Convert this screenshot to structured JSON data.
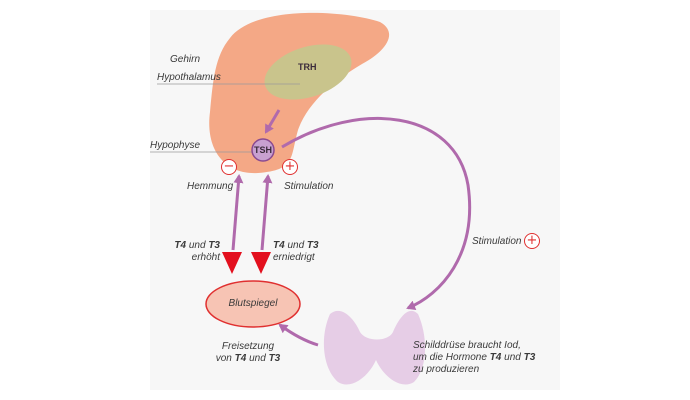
{
  "labels": {
    "brain": "Gehirn",
    "hypothalamus": "Hypothalamus",
    "pituitary": "Hypophyse",
    "trh": "TRH",
    "tsh": "TSH",
    "inhibition": "Hemmung",
    "stimulation_pituitary": "Stimulation",
    "stimulation_thyroid": "Stimulation",
    "blood_level": "Blutspiegel",
    "high_t4": "T4",
    "high_and": " und ",
    "high_t3": "T3",
    "high_state": "erhöht",
    "low_t4": "T4",
    "low_and": " und ",
    "low_t3": "T3",
    "low_state": "erniedrigt",
    "release_line1": "Freisetzung",
    "release_prefix": "von ",
    "release_t4": "T4",
    "release_and": " und ",
    "release_t3": "T3",
    "thyroid_line1": "Schilddrüse braucht Iod,",
    "thyroid_prefix": "um die Hormone ",
    "thyroid_t4": "T4",
    "thyroid_and": " und ",
    "thyroid_t3": "T3",
    "thyroid_line3": "zu produzieren",
    "minus_sign": "−",
    "plus_sign": "+",
    "plus_sign_2": "+"
  },
  "colors": {
    "brain": "#f4a886",
    "hypothalamus": "#c9c48c",
    "pituitary": "#c8a0d0",
    "arrow": "#b06aac",
    "feedback_arrowhead": "#e3101e",
    "sign": "#e03030",
    "blood_fill": "#f7c4b4",
    "blood_stroke": "#e03030",
    "thyroid": "#e6cde6"
  }
}
